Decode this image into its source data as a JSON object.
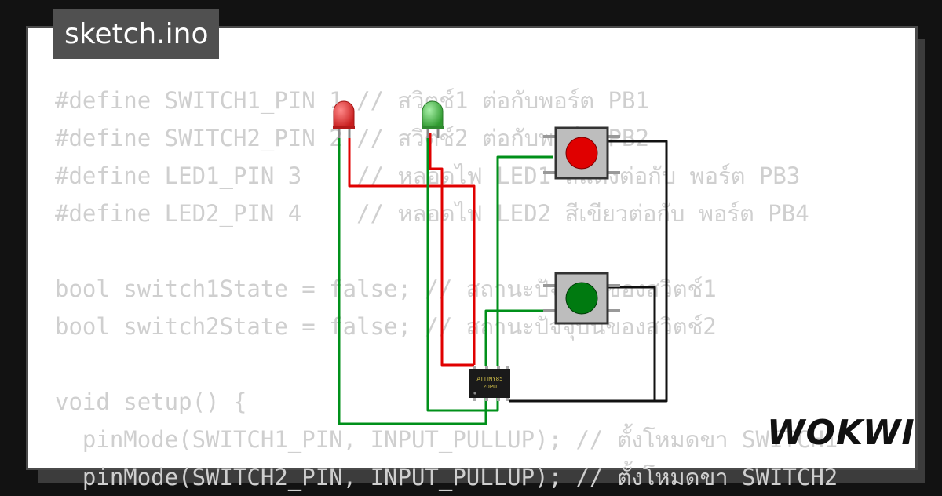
{
  "tab": {
    "title": "sketch.ino"
  },
  "code": {
    "lines": [
      "#define SWITCH1_PIN 1 // สวิตช์1 ต่อกับพอร์ต PB1",
      "#define SWITCH2_PIN 2 // สวิตช์2 ต่อกับพอร์ต PB2",
      "#define LED1_PIN 3    // หลอดไฟ LED1 สีแดงต่อกับ พอร์ต PB3",
      "#define LED2_PIN 4    // หลอดไฟ LED2 สีเขียวต่อกับ พอร์ต PB4",
      "",
      "bool switch1State = false; // สถานะปัจจุบันของสวิตช์1",
      "bool switch2State = false; // สถานะปัจจุบันของสวิตช์2",
      "",
      "void setup() {",
      "  pinMode(SWITCH1_PIN, INPUT_PULLUP); // ตั้งโหมดขา SWITCH1",
      "  pinMode(SWITCH2_PIN, INPUT_PULLUP); // ตั้งโหมดขา SWITCH2"
    ]
  },
  "chip": {
    "line1": "ATTINY85",
    "line2": "20PU",
    "color": "#1a1a1a",
    "label_color": "#d4c24a"
  },
  "leds": {
    "red_color": "#d62a2a",
    "green_color": "#3faa3f"
  },
  "buttons": {
    "red_cap": "#e00000",
    "green_cap": "#007a10"
  },
  "wires": {
    "red": "#e00000",
    "green": "#00901a",
    "black": "#111111"
  },
  "brand": {
    "logo": "WOKWI"
  }
}
